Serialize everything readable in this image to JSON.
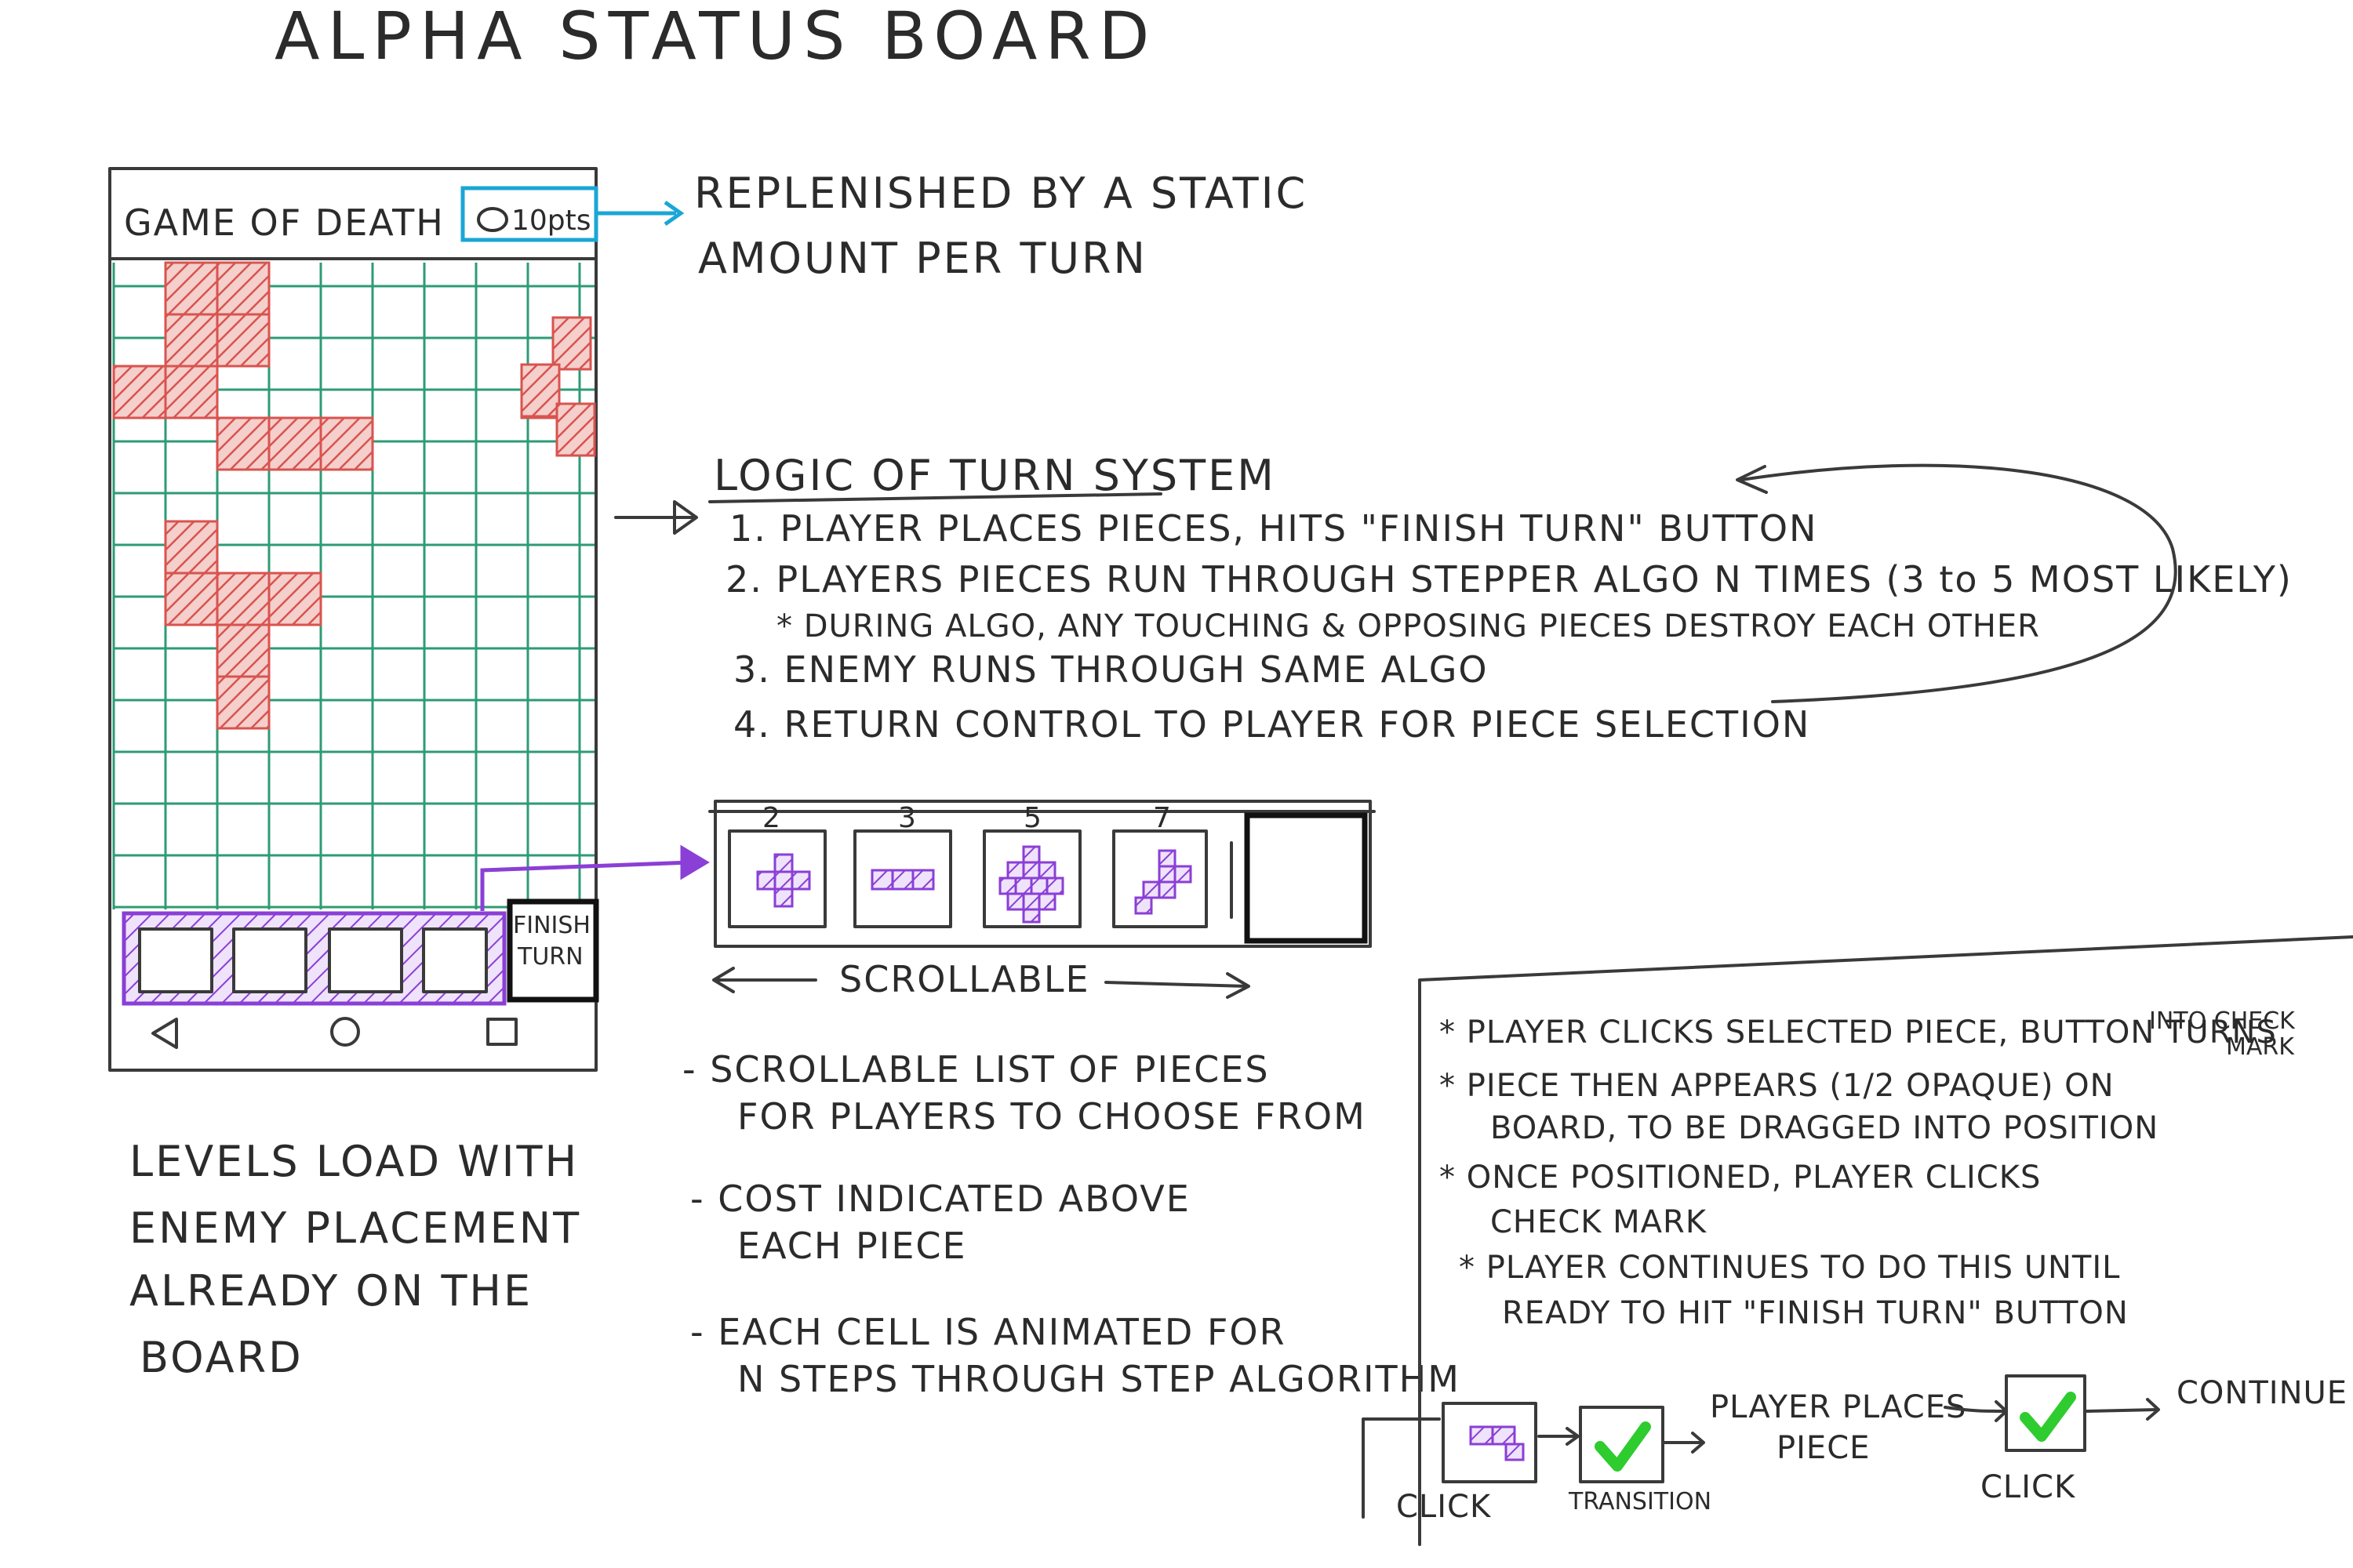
{
  "title": "ALPHA STATUS BOARD",
  "phone": {
    "game_title": "GAME OF DEATH",
    "points_label": "10pts",
    "finish_button": [
      "FINISH",
      "TURN"
    ],
    "nav": [
      "back-icon",
      "home-icon",
      "recents-icon"
    ]
  },
  "notes": {
    "replenish": [
      "REPLENISHED BY A STATIC",
      "AMOUNT PER TURN"
    ],
    "turn_logic": {
      "heading": "LOGIC OF TURN SYSTEM",
      "steps": [
        "1. PLAYER PLACES PIECES, HITS \"FINISH TURN\" BUTTON",
        "2. PLAYERS PIECES RUN THROUGH STEPPER ALGO N TIMES (3 to 5 MOST LIKELY)",
        "* DURING ALGO, ANY TOUCHING & OPPOSING PIECES DESTROY EACH OTHER",
        "3. ENEMY RUNS THROUGH SAME ALGO",
        "4. RETURN CONTROL TO PLAYER FOR PIECE SELECTION"
      ]
    },
    "levels": [
      "LEVELS LOAD WITH",
      "ENEMY PLACEMENT",
      "ALREADY ON THE",
      "BOARD"
    ],
    "scroll_label": "SCROLLABLE",
    "piece_costs": [
      "2",
      "3",
      "5",
      "7"
    ],
    "list_notes": [
      "- SCROLLABLE LIST OF PIECES",
      "FOR PLAYERS TO CHOOSE FROM",
      "- COST INDICATED ABOVE",
      "EACH PIECE",
      "- EACH CELL IS ANIMATED FOR",
      "N STEPS THROUGH STEP ALGORITHM"
    ],
    "placement": [
      "* PLAYER CLICKS SELECTED PIECE, BUTTON TURNS",
      "INTO CHECK",
      "MARK",
      "* PIECE THEN APPEARS (1/2 OPAQUE) ON",
      "BOARD, TO BE DRAGGED INTO POSITION",
      "* ONCE POSITIONED, PLAYER CLICKS",
      "CHECK MARK",
      "* PLAYER CONTINUES TO DO THIS UNTIL",
      "READY TO HIT \"FINISH TURN\" BUTTON"
    ],
    "flow": {
      "click1": "CLICK",
      "transition": "TRANSITION",
      "places": [
        "PLAYER PLACES",
        "PIECE"
      ],
      "click2": "CLICK",
      "continue": "CONTINUE"
    }
  },
  "colors": {
    "grid": "#2e9b74",
    "enemy": "#d9534f",
    "player": "#8a3fd6",
    "cyan": "#1aa6d6",
    "check": "#2ecc2e"
  }
}
